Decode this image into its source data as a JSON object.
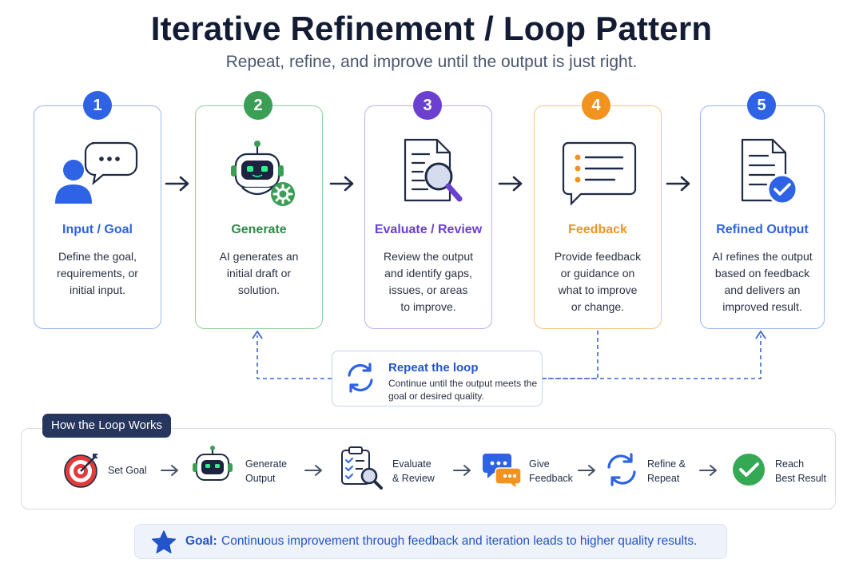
{
  "header": {
    "title": "Iterative Refinement / Loop Pattern",
    "subtitle": "Repeat, refine, and improve until the output is just right."
  },
  "colors": {
    "blue": "#2d63e4",
    "green": "#3a9e55",
    "purple": "#6b3fd0",
    "orange": "#f29320",
    "navy": "#27365e",
    "dashed": "#3b66cf"
  },
  "steps": [
    {
      "number": "1",
      "title": "Input / Goal",
      "description": "Define the goal,\nrequirements, or\ninitial input.",
      "icon": "person-speech-icon"
    },
    {
      "number": "2",
      "title": "Generate",
      "description": "AI generates an\ninitial draft or\nsolution.",
      "icon": "robot-gear-icon"
    },
    {
      "number": "3",
      "title": "Evaluate / Review",
      "description": "Review the output\nand identify gaps,\nissues, or areas\nto improve.",
      "icon": "document-magnifier-icon"
    },
    {
      "number": "4",
      "title": "Feedback",
      "description": "Provide feedback\nor guidance on\nwhat to improve\nor change.",
      "icon": "feedback-bubble-icon"
    },
    {
      "number": "5",
      "title": "Refined Output",
      "description": "AI refines the output\nbased on feedback\nand delivers an\nimproved result.",
      "icon": "document-check-icon"
    }
  ],
  "loop": {
    "title": "Repeat the loop",
    "description": "Continue until the output meets the goal or desired quality.",
    "icon": "refresh-cycle-icon"
  },
  "how_it_works": {
    "label": "How the Loop Works",
    "steps": [
      {
        "label": "Set Goal",
        "icon": "target-icon"
      },
      {
        "label": "Generate\nOutput",
        "icon": "robot-icon"
      },
      {
        "label": "Evaluate\n& Review",
        "icon": "checklist-magnifier-icon"
      },
      {
        "label": "Give\nFeedback",
        "icon": "chat-bubbles-icon"
      },
      {
        "label": "Refine &\nRepeat",
        "icon": "refresh-icon"
      },
      {
        "label": "Reach\nBest Result",
        "icon": "check-circle-icon"
      }
    ]
  },
  "goal": {
    "label": "Goal:",
    "text": "Continuous improvement through feedback and iteration leads to higher quality results.",
    "icon": "star-icon"
  }
}
